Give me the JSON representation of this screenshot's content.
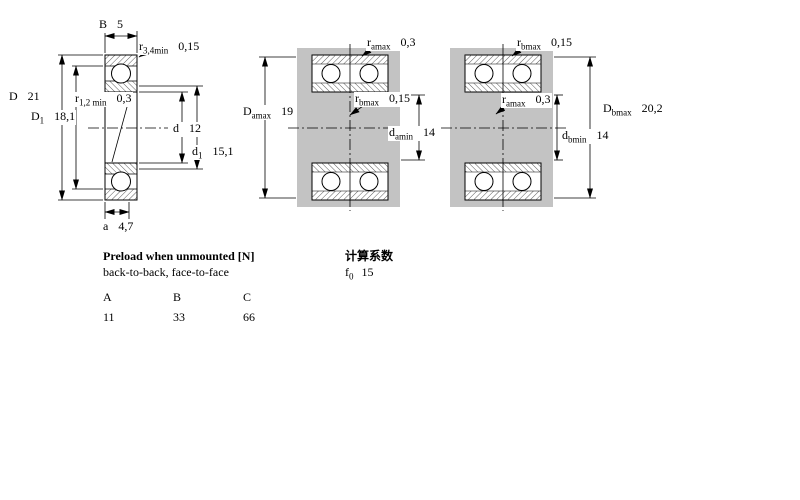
{
  "front_view": {
    "B": {
      "base": "B",
      "sub": "",
      "value": "5"
    },
    "r34": {
      "base": "r",
      "sub": "3,4min",
      "value": "0,15"
    },
    "D": {
      "base": "D",
      "sub": "",
      "value": "21"
    },
    "r12": {
      "base": "r",
      "sub": "1,2 min",
      "value": "0,3"
    },
    "D1": {
      "base": "D",
      "sub": "1",
      "value": "18,1"
    },
    "d": {
      "base": "d",
      "sub": "",
      "value": "12"
    },
    "d1": {
      "base": "d",
      "sub": "1",
      "value": "15,1"
    },
    "a": {
      "base": "a",
      "sub": "",
      "value": "4,7"
    }
  },
  "back_to_back": {
    "ramax": {
      "base": "r",
      "sub": "amax",
      "value": "0,3"
    },
    "rbmax": {
      "base": "r",
      "sub": "bmax",
      "value": "0,15"
    },
    "Damax": {
      "base": "D",
      "sub": "amax",
      "value": "19"
    },
    "damin": {
      "base": "d",
      "sub": "amin",
      "value": "14"
    }
  },
  "face_to_face": {
    "rbmax": {
      "base": "r",
      "sub": "bmax",
      "value": "0,15"
    },
    "ramax": {
      "base": "r",
      "sub": "amax",
      "value": "0,3"
    },
    "Dbmax": {
      "base": "D",
      "sub": "bmax",
      "value": "20,2"
    },
    "dbmin": {
      "base": "d",
      "sub": "bmin",
      "value": "14"
    }
  },
  "preload": {
    "title": "Preload when unmounted [N]",
    "subtitle": "back-to-back, face-to-face",
    "columns": [
      "A",
      "B",
      "C"
    ],
    "values": [
      "11",
      "33",
      "66"
    ]
  },
  "calculation": {
    "title": "计算系数",
    "f0": {
      "base": "f",
      "sub": "0",
      "value": "15"
    }
  },
  "colors": {
    "abutment_shading": "#c3c3c3",
    "line": "#000000"
  }
}
